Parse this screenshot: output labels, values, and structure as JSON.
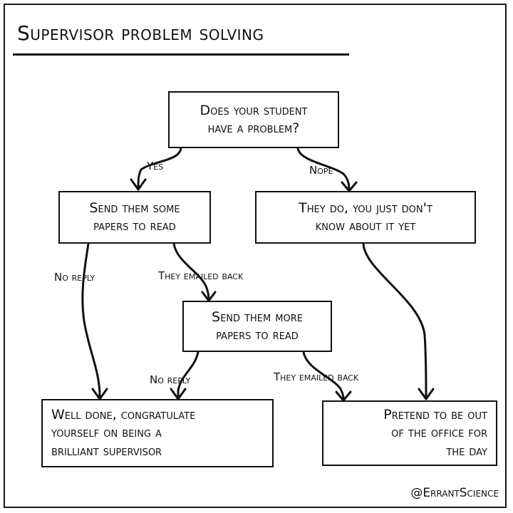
{
  "title": "Supervisor problem solving",
  "nodes": {
    "question": "Does your student\nhave a problem?",
    "send_papers": "Send them some\npapers to read",
    "they_do": "They do, you just don't\nknow about it yet",
    "send_more": "Send them more\npapers to read",
    "well_done": "Well done, congratulate\nyourself on being a\nbrilliant supervisor",
    "pretend": "Pretend to be out\nof the office for\nthe day"
  },
  "edges": {
    "yes": "Yes",
    "nope": "Nope",
    "no_reply_1": "No reply",
    "emailed_back_1": "They emailed back",
    "no_reply_2": "No reply",
    "emailed_back_2": "They emailed back"
  },
  "credit": "@ErrantScience"
}
